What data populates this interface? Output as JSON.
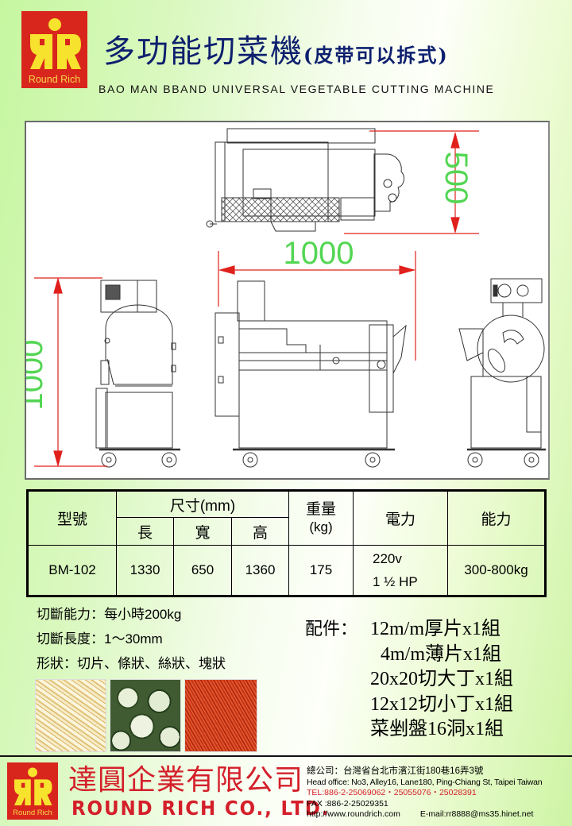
{
  "header": {
    "logo_text": "Round Rich",
    "title_cn": "多功能切菜機",
    "title_cn_suffix": "(皮带可以拆式)",
    "title_en": "BAO MAN BBAND UNIVERSAL VEGETABLE CUTTING MACHINE"
  },
  "drawing": {
    "dim_top_height": "500",
    "dim_width": "1000",
    "dim_height": "1000",
    "line_color": "#e0201c",
    "label_color": "#53d653"
  },
  "spec_table": {
    "headers": {
      "model": "型號",
      "size": "尺寸(mm)",
      "length": "長",
      "width": "寬",
      "height": "高",
      "weight": "重量",
      "weight_unit": "(kg)",
      "power": "電力",
      "capacity": "能力"
    },
    "row": {
      "model": "BM-102",
      "length": "1330",
      "width": "650",
      "height": "1360",
      "weight": "175",
      "power_line1": "220v",
      "power_line2": "1 ½ HP",
      "capacity": "300-800kg"
    }
  },
  "features": [
    "切斷能力：每小時200kg",
    "切斷長度：1～30mm",
    "形狀：切片、條狀、絲狀、塊狀"
  ],
  "photos": [
    {
      "name": "potato-strips-photo",
      "label": "potato strips"
    },
    {
      "name": "cucumber-slices-photo",
      "label": "cucumber slices"
    },
    {
      "name": "carrot-shreds-photo",
      "label": "carrot shreds"
    }
  ],
  "accessories": {
    "label": "配件：",
    "items": [
      "12m/m厚片x1組",
      "4m/m薄片x1組",
      "20x20切大丁x1組",
      "12x12切小丁x1組",
      "菜剉盤16洞x1組"
    ]
  },
  "footer": {
    "logo_text": "Round Rich",
    "company_cn": "達圓企業有限公司",
    "company_en": "ROUND RICH CO., LTD.",
    "address_cn": "總公司：台灣省台北市濱江街180巷16弄3號",
    "address_en": "Head office: No3, Alley16, Lane180, Ping-Chiang St, Taipei Taiwan",
    "tel": "TEL:886-2-25069062・25055076・25028391",
    "fax": "FAX :886-2-25029351",
    "website": "http://www.roundrich.com",
    "email": "E-mail:rr8888@ms35.hinet.net"
  }
}
